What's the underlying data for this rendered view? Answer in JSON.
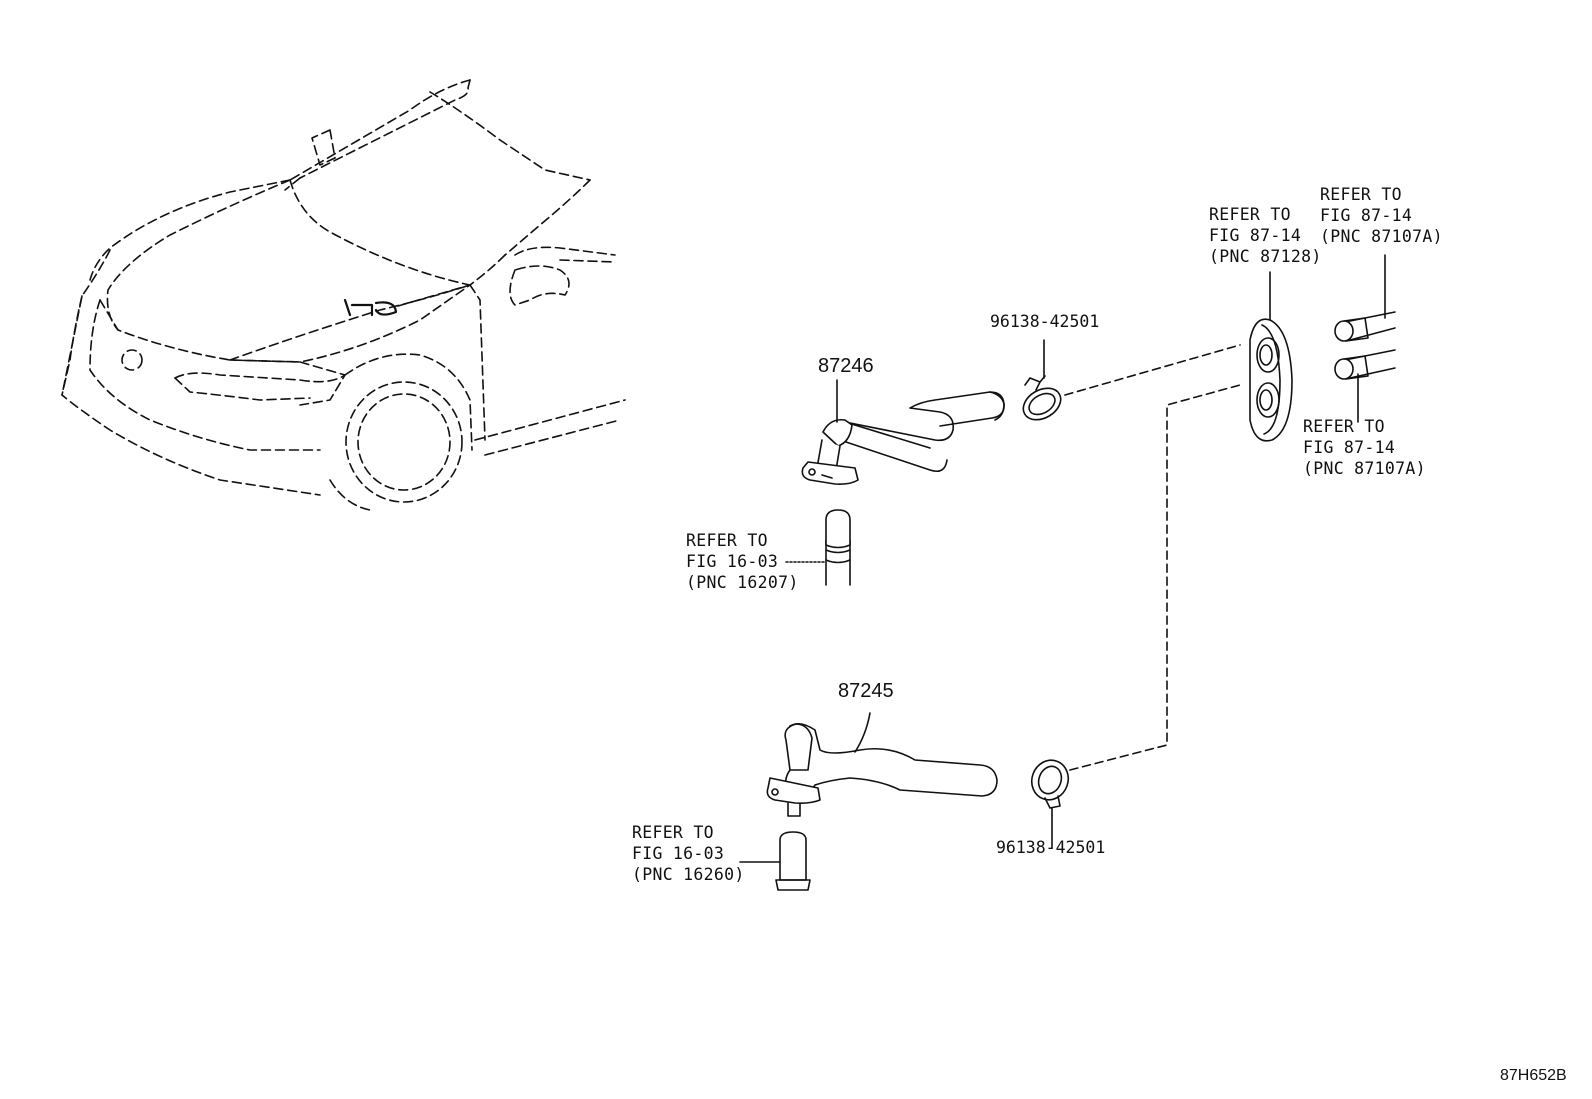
{
  "parts": {
    "hose_upper": "87246",
    "hose_lower": "87245",
    "clip_upper": "96138-42501",
    "clip_lower": "96138-42501"
  },
  "refs": {
    "grommet": {
      "line1": "REFER TO",
      "line2": "FIG 87-14",
      "line3": "(PNC 87128)"
    },
    "pipe_upper": {
      "line1": "REFER TO",
      "line2": "FIG 87-14",
      "line3": "(PNC 87107A)"
    },
    "pipe_lower": {
      "line1": "REFER TO",
      "line2": "FIG 87-14",
      "line3": "(PNC 87107A)"
    },
    "engine_pipe_upper": {
      "line1": "REFER TO",
      "line2": "FIG 16-03",
      "line3": "(PNC 16207)"
    },
    "engine_pipe_lower": {
      "line1": "REFER TO",
      "line2": "FIG 16-03",
      "line3": "(PNC 16260)"
    }
  },
  "diagram_code": "87H652B"
}
